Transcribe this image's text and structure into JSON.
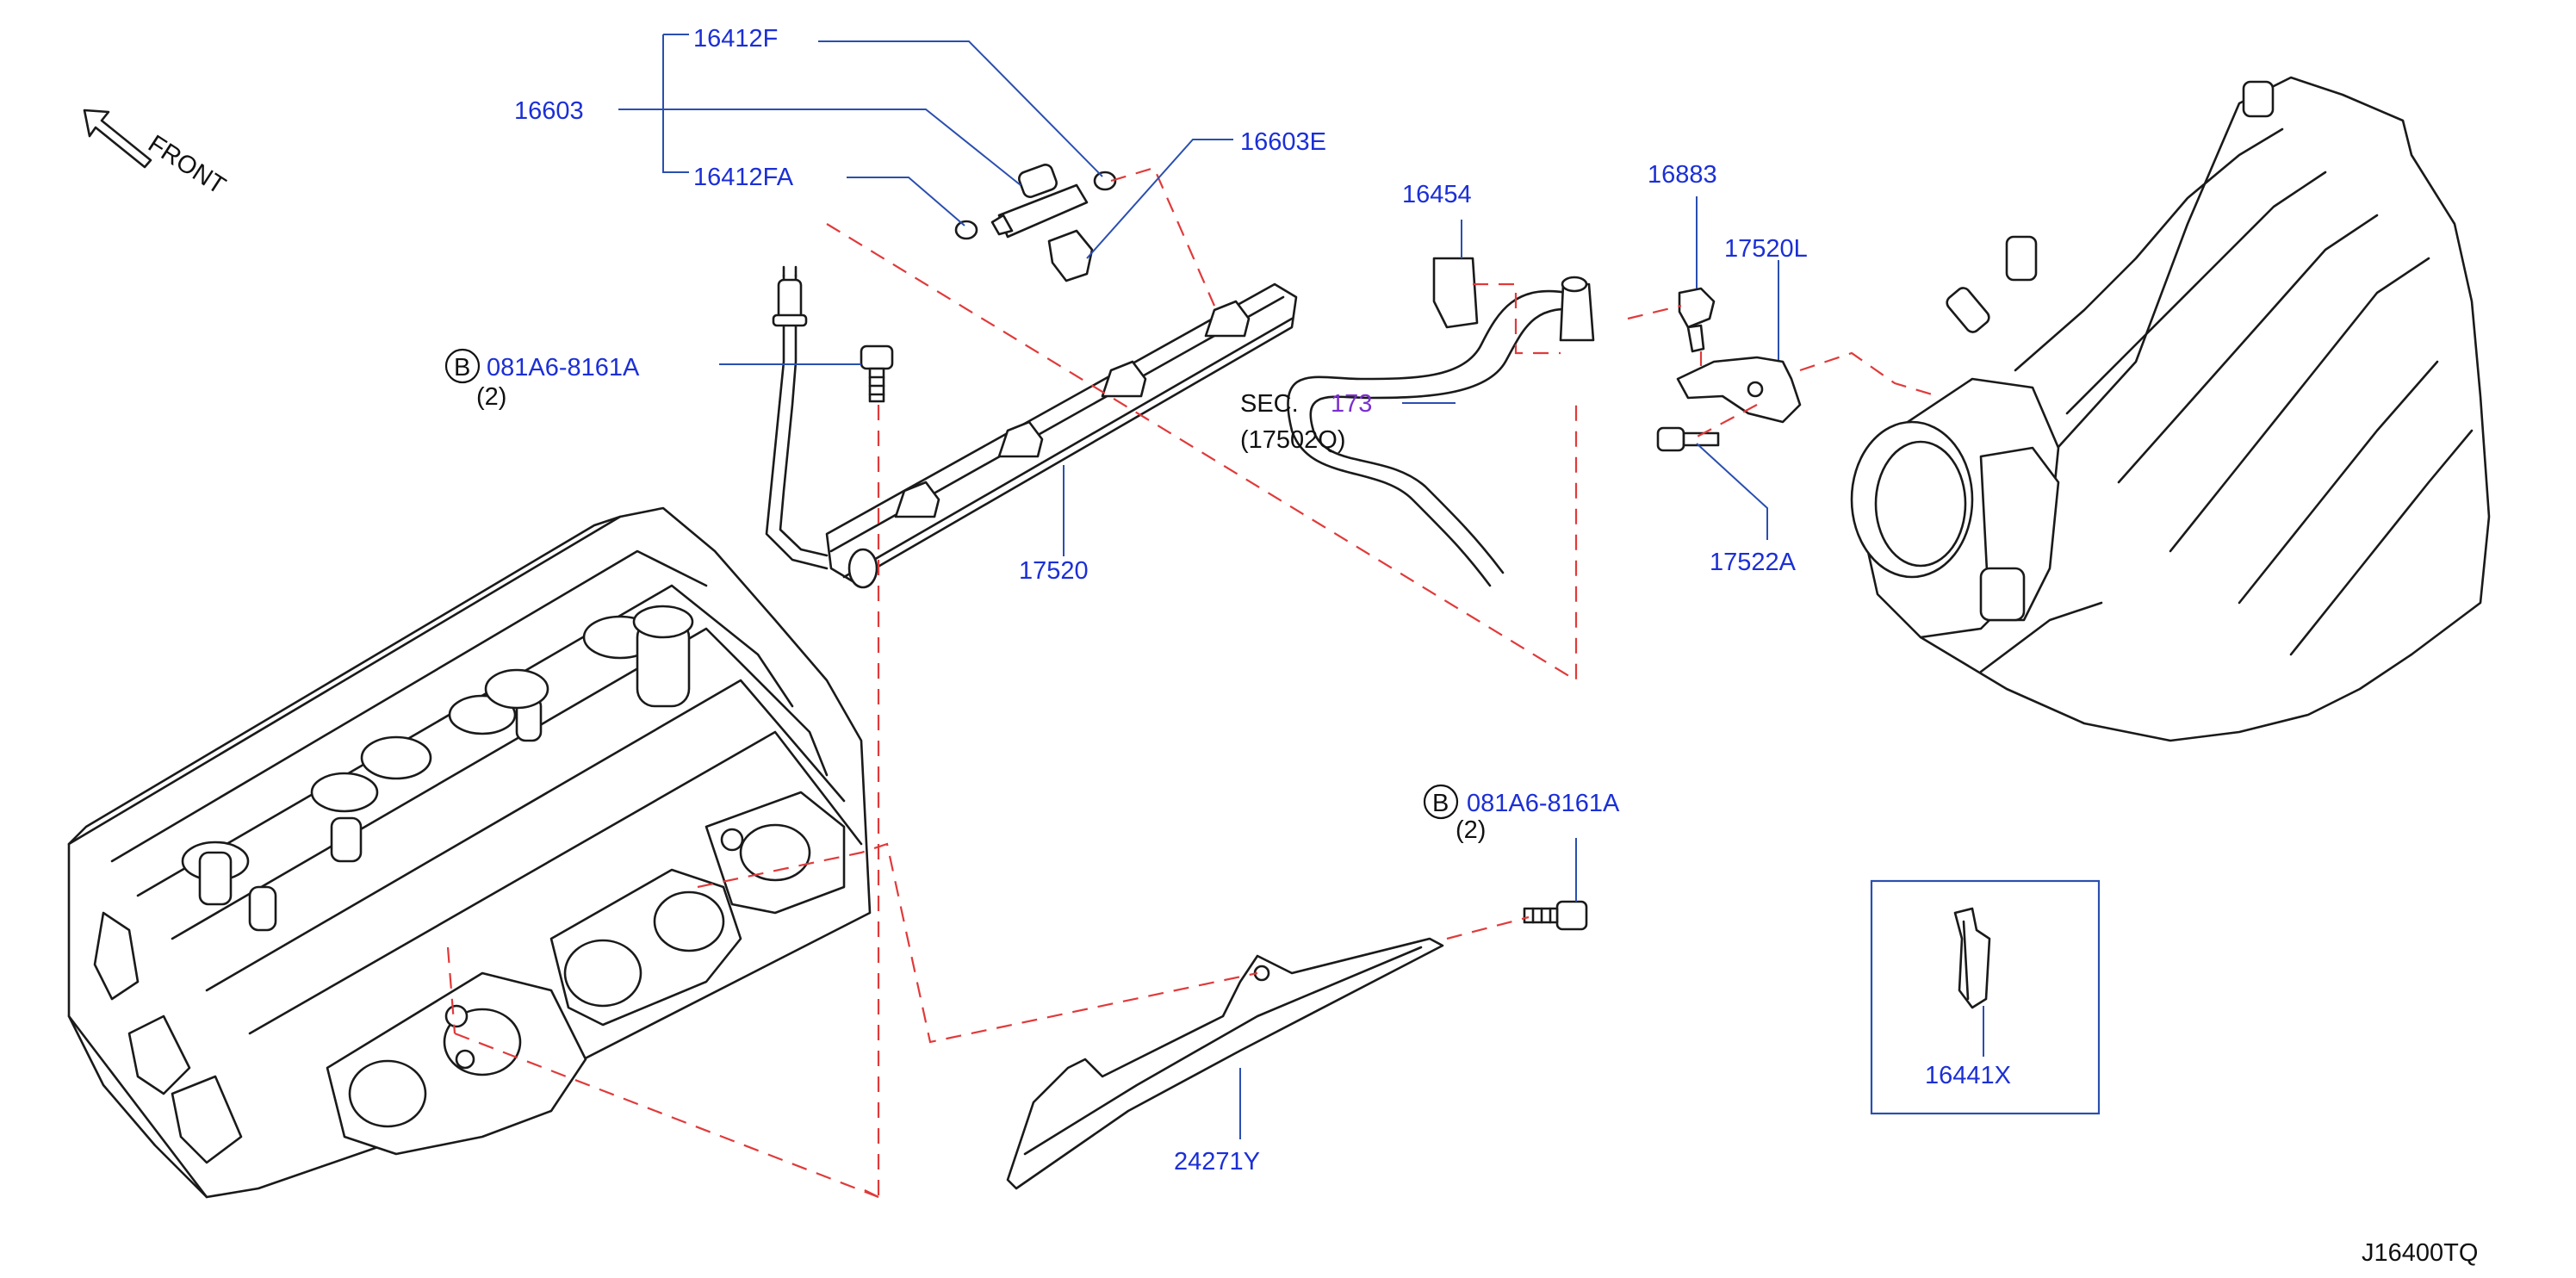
{
  "diagram_id": "J16400TQ",
  "orientation": {
    "label": "FRONT"
  },
  "parts": {
    "p16412F": "16412F",
    "p16603": "16603",
    "p16412FA": "16412FA",
    "p16603E": "16603E",
    "bolt_top": {
      "badge": "B",
      "code": "081A6-8161A",
      "qty": "(2)"
    },
    "p17520": "17520",
    "p16454": "16454",
    "sec": {
      "prefix": "SEC.",
      "number": "173",
      "sub": "(17502Q)"
    },
    "p16883": "16883",
    "p17520L": "17520L",
    "p17522A": "17522A",
    "bolt_bottom": {
      "badge": "B",
      "code": "081A6-8161A",
      "qty": "(2)"
    },
    "p24271Y": "24271Y",
    "p16441X": "16441X"
  },
  "colors": {
    "label": "#1b2fd6",
    "leader": "#2a4fb0",
    "dashed": "#e03a3a",
    "line": "#1a1a1a",
    "sec_number": "#7a2fd0"
  }
}
